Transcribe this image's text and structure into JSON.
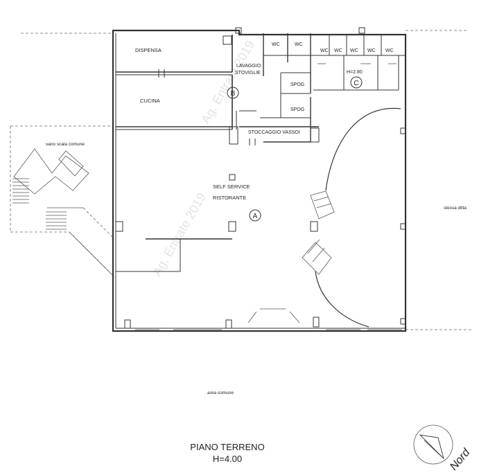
{
  "rooms": {
    "dispensa": "DISPENSA",
    "cucina": "CUCINA",
    "lavaggio_1": "LAVAGGIO",
    "lavaggio_2": "STOVIGLIE",
    "wc": "WC",
    "spog": "SPOG",
    "stoccaggio": "STOCCAGGIO VASSOI",
    "self_service": "SELF SERVICE",
    "ristorante": "RISTORANTE",
    "height_c": "H=2.80"
  },
  "markers": {
    "a": "A",
    "b": "B",
    "c": "C"
  },
  "surroundings": {
    "stairs": "vano scala comune",
    "right_side": "stessa ditta",
    "common_area": "area comune"
  },
  "title": {
    "floor": "PIANO TERRENO",
    "height": "H=4.00"
  },
  "north_label": "Nord",
  "colors": {
    "lines": "#333333",
    "watermark": "#d8d8d8"
  }
}
